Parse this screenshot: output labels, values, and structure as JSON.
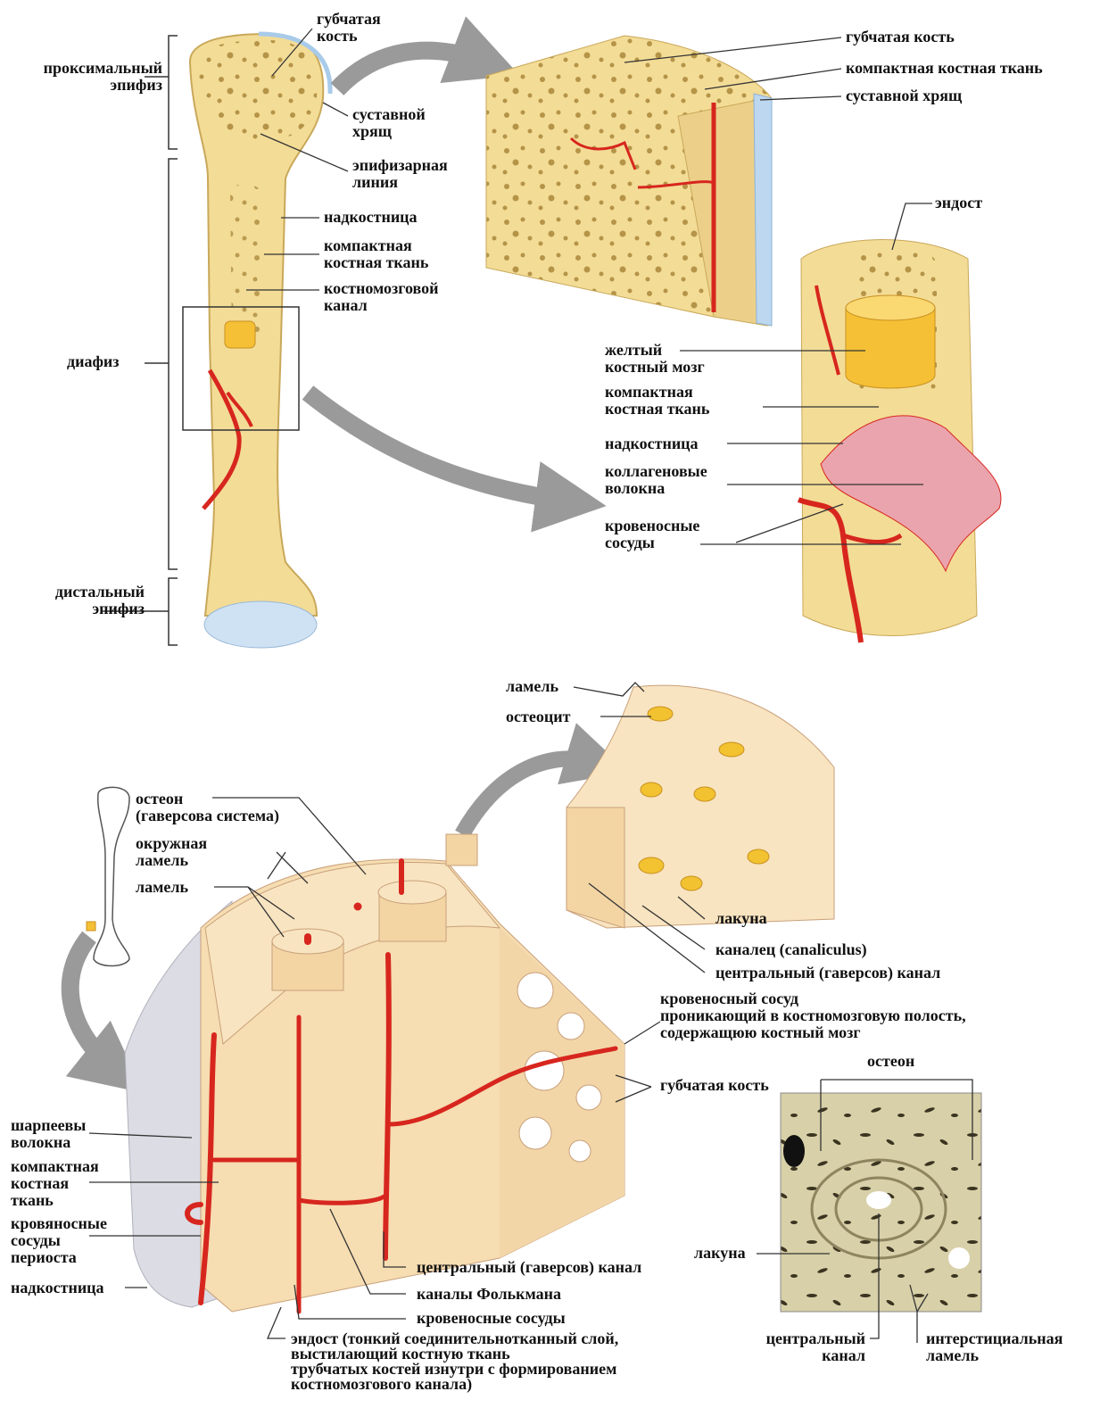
{
  "colors": {
    "bone": "#f3dc96",
    "bone_dark": "#c9a85a",
    "cartilage": "#a8cbea",
    "vessel": "#d7261e",
    "marrow": "#f5c035",
    "periosteum": "#e8a0a8",
    "arrow": "#9a9a9a",
    "leader": "#333333"
  },
  "top": {
    "left_labels": {
      "proximal_epiphysis": "проксимальный\nэпифиз",
      "diaphysis": "диафиз",
      "distal_epiphysis": "дистальный\nэпифиз"
    },
    "bone_labels": {
      "spongy_bone": "губчатая\nкость",
      "articular_cartilage": "суставной\nхрящ",
      "epiphyseal_line": "эпифизарная\nлиния",
      "periosteum": "надкостница",
      "compact_bone": "компактная\nкостная ткань",
      "marrow_canal": "костномозговой\nканал"
    },
    "detail_labels": {
      "spongy_bone": "губчатая кость",
      "compact_bone": "компактная костная ткань",
      "articular_cartilage": "суставной хрящ",
      "endosteum": "эндост",
      "yellow_marrow": "желтый\nкостный мозг",
      "compact_bone2": "компактная\nкостная ткань",
      "periosteum": "надкостница",
      "collagen_fibers": "коллагеновые\nволокна",
      "blood_vessels": "кровеносные\nсосуды"
    }
  },
  "bottom": {
    "labels": {
      "lamella_top": "ламель",
      "osteocyte": "остеоцит",
      "osteon": "остеон\n(гаверсова система)",
      "circumferential_lamella": "окружная\nламель",
      "lamella": "ламель",
      "lacuna": "лакуна",
      "canaliculus": "каналец (canaliculus)",
      "central_canal_right": "центральный (гаверсов) канал",
      "penetrating_vessel": "кровеносный сосуд\nпроникающий в костномозговую полость,\nсодержащюю костный мозг",
      "spongy_bone": "губчатая кость",
      "sharpey_fibers": "шарпеевы\nволокна",
      "compact_bone": "компактная\nкостная\nткань",
      "periosteal_vessels": "кровяносные\nсосуды\nпериоста",
      "periosteum": "надкостница",
      "central_canal": "центральный (гаверсов) канал",
      "volkmann_canals": "каналы Фолькмана",
      "blood_vessels": "кровеносные сосуды",
      "endosteum": "эндост (тонкий соединительнотканный слой,\nвыстилающий костную ткань\nтрубчатых костей изнутри с формированием\nкостномозгового канала)"
    },
    "micro_labels": {
      "osteon": "остеон",
      "lacuna": "лакуна",
      "central_canal": "центральный\nканал",
      "interstitial_lamella": "интерстициальная\nламель"
    }
  }
}
